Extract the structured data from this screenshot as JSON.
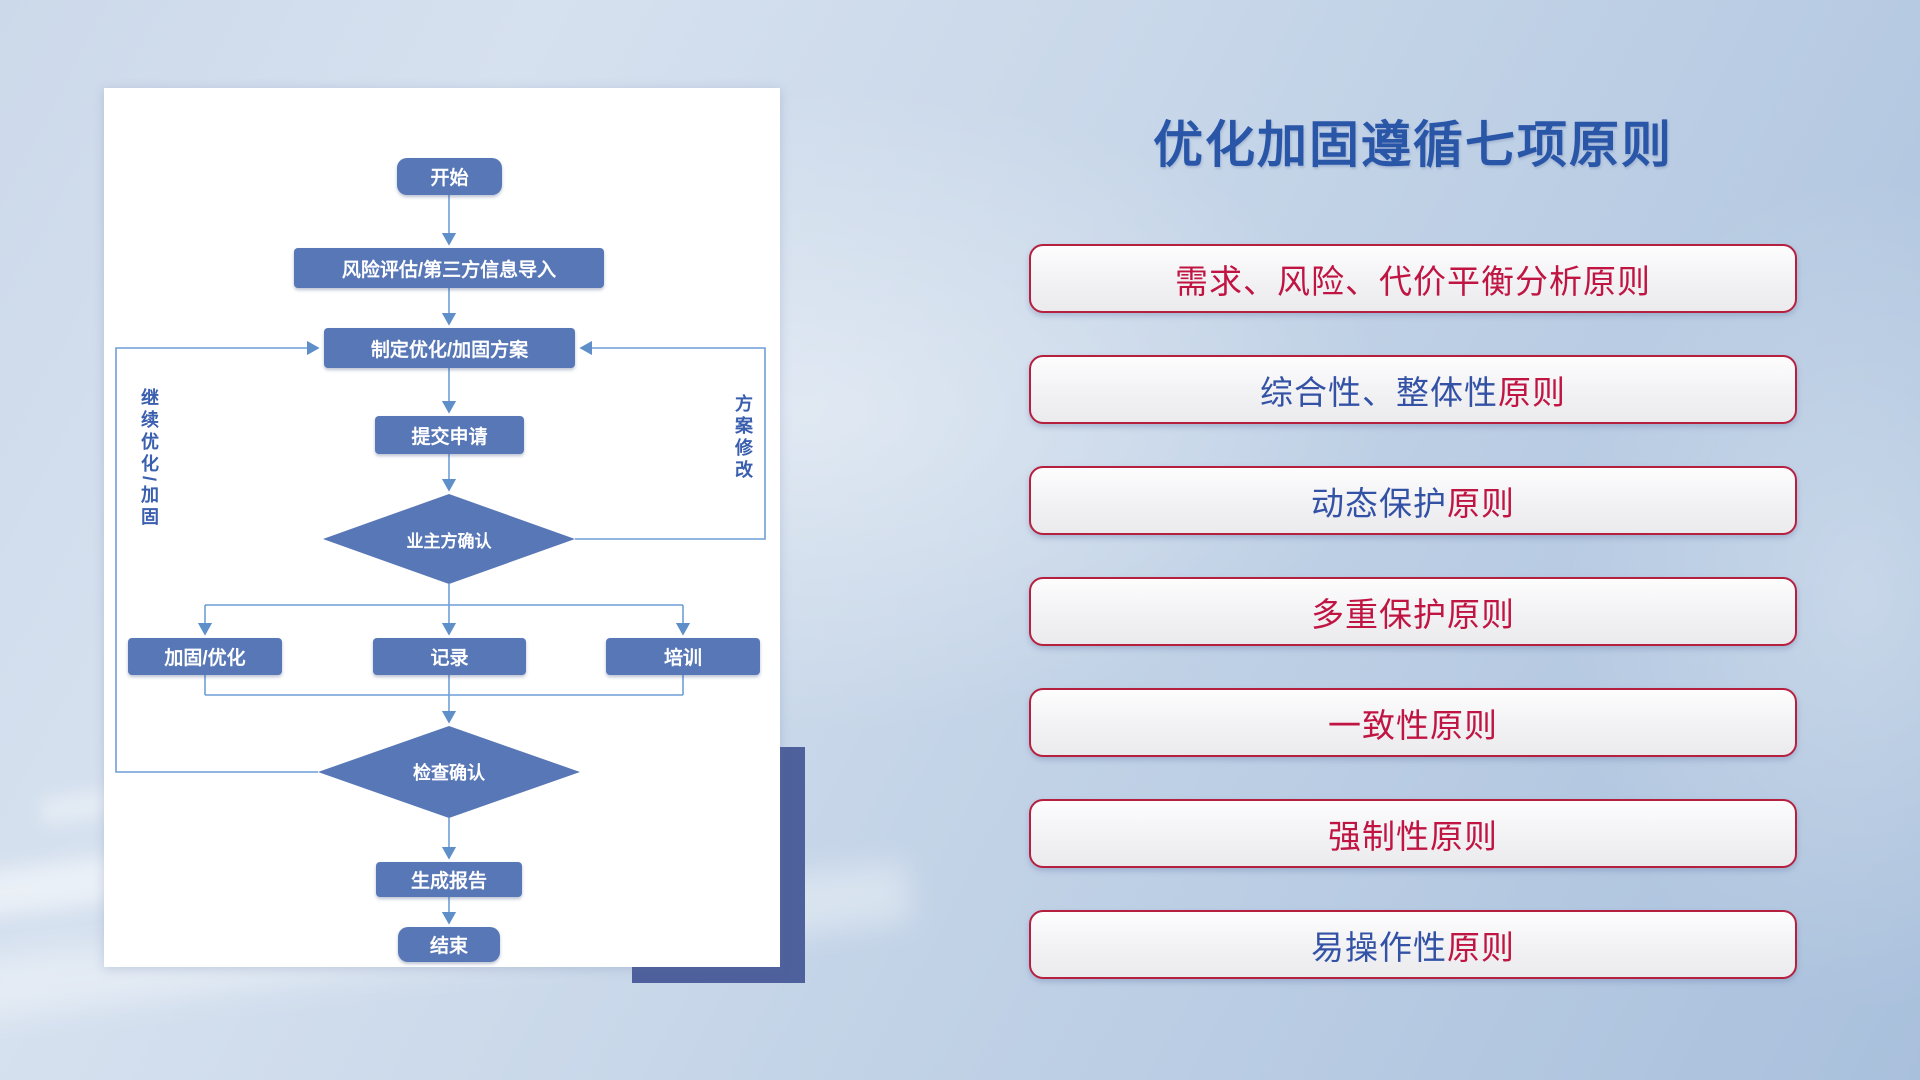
{
  "slide": {
    "title": "优化加固遵循七项原则"
  },
  "flowchart": {
    "nodes": {
      "start": "开始",
      "risk_import": "风险评估/第三方信息导入",
      "make_plan": "制定优化/加固方案",
      "submit": "提交申请",
      "owner_confirm": "业主方确认",
      "harden": "加固/优化",
      "record": "记录",
      "training": "培训",
      "check_confirm": "检查确认",
      "report": "生成报告",
      "end": "结束"
    },
    "side_labels": {
      "continue_optimize": "继续优化/加固",
      "plan_modify": "方案修改"
    }
  },
  "principles": [
    {
      "seg1": {
        "text": "需求、风险、代价平衡分析原则",
        "style": "color:#c01543"
      },
      "seg2": {
        "text": "",
        "style": ""
      }
    },
    {
      "seg1": {
        "text": "综合性、整体性",
        "style": "color:#3352a6"
      },
      "seg2": {
        "text": "原则",
        "style": "color:#c01543"
      }
    },
    {
      "seg1": {
        "text": "动态保护",
        "style": "color:#3352a6"
      },
      "seg2": {
        "text": "原则",
        "style": "color:#c01543"
      }
    },
    {
      "seg1": {
        "text": "多重保护原则",
        "style": "color:#c01543"
      },
      "seg2": {
        "text": "",
        "style": ""
      }
    },
    {
      "seg1": {
        "text": "一致性原则",
        "style": "color:#c01543"
      },
      "seg2": {
        "text": "",
        "style": ""
      }
    },
    {
      "seg1": {
        "text": "强制性原则",
        "style": "color:#c01543"
      },
      "seg2": {
        "text": "",
        "style": ""
      }
    },
    {
      "seg1": {
        "text": "易操作性",
        "style": "color:#3352a6"
      },
      "seg2": {
        "text": "原则",
        "style": "color:#c01543"
      }
    }
  ],
  "palette": {
    "title_blue": "#2a56a8",
    "node_blue": "#5877b6",
    "connector_blue": "#6f9ed8",
    "principle_red": "#c01543",
    "principle_blue": "#3352a6",
    "pill_border_red": "#b5203f",
    "card_shadow_blue": "#4f619c"
  }
}
